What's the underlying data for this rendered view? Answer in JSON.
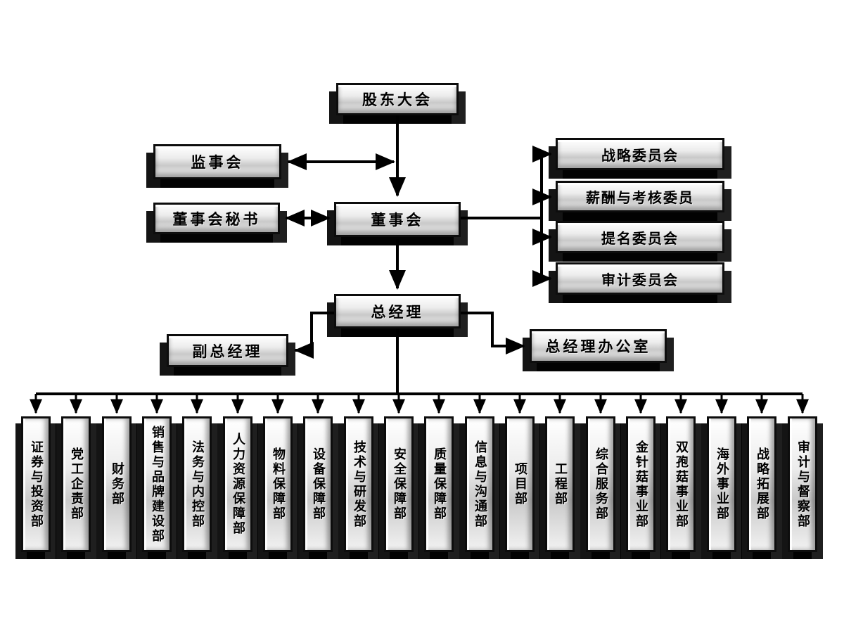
{
  "nodes": {
    "shareholders": "股东大会",
    "supervisory_board": "监事会",
    "board_secretary": "董事会秘书",
    "board_of_directors": "董事会",
    "general_manager": "总经理",
    "deputy_general_manager": "副总经理",
    "gm_office": "总经理办公室"
  },
  "committees": [
    "战略委员会",
    "薪酬与考核委员",
    "提名委员会",
    "审计委员会"
  ],
  "departments": [
    "证券与投资部",
    "党工企责部",
    "财务部",
    "销售与品牌建设部",
    "法务与内控部",
    "人力资源保障部",
    "物料保障部",
    "设备保障部",
    "技术与研发部",
    "安全保障部",
    "质量保障部",
    "信息与沟通部",
    "项目部",
    "工程部",
    "综合服务部",
    "金针菇事业部",
    "双孢菇事业部",
    "海外事业部",
    "战略拓展部",
    "审计与督察部"
  ],
  "colors": {
    "connector": "#000000",
    "box_border": "#0d0d0d",
    "box_face_top": "#ffffff",
    "box_face_bottom": "#c9c9c9",
    "text": "#000000",
    "shadow": "#000000",
    "background": "#ffffff"
  }
}
